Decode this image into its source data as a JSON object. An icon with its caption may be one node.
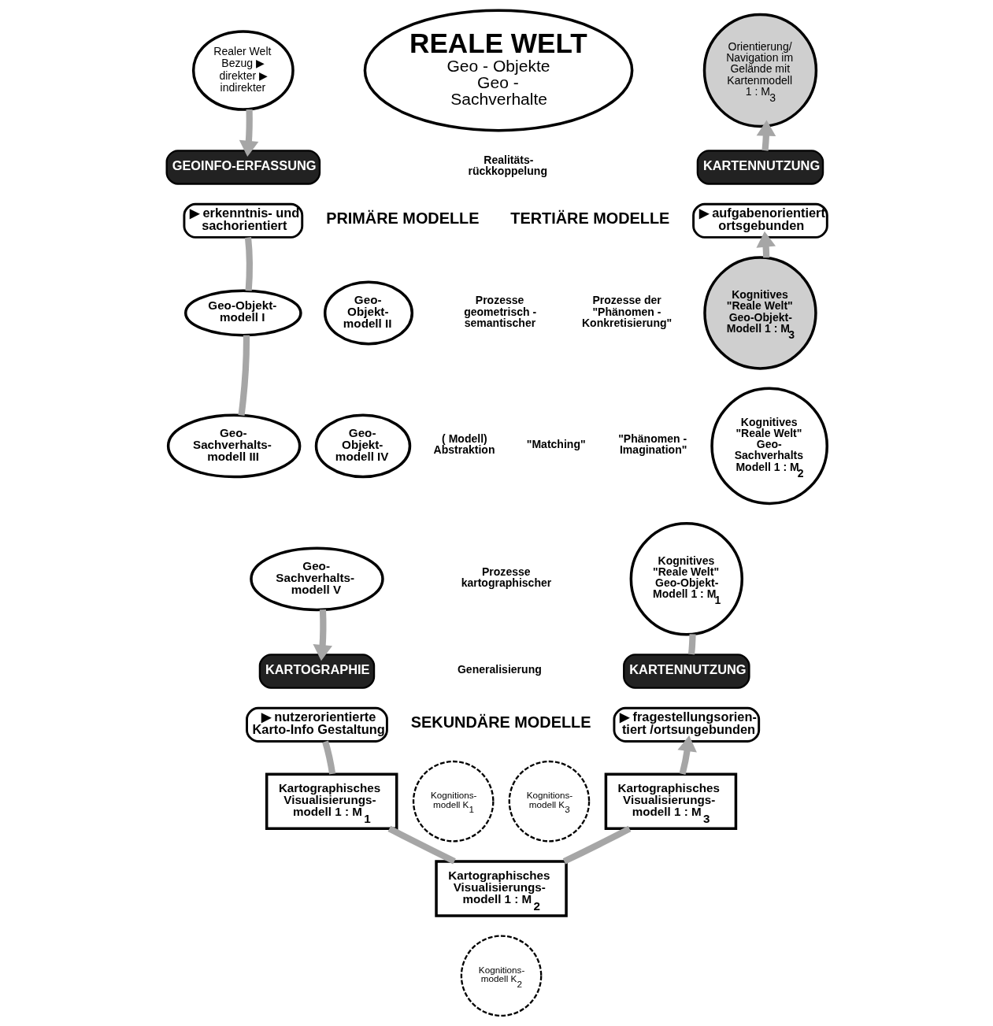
{
  "diagram": {
    "nodes": [
      {
        "text": [
          "REALE WELT",
          "Geo - Objekte Geo - Sachverhalte"
        ]
      },
      {
        "text": [
          "Realer Welt Bezug ▶ direkter ▶ indirekter"
        ]
      },
      {
        "text": [
          "Orientierung/ Navigation im Gelände mit Kartenmodell 1 : M$_{3}$"
        ]
      },
      {
        "text": [
          "GEOINFO-ERFASSUNG"
        ]
      },
      {
        "text": [
          "▶ erkenntnis- und sachorientiert"
        ]
      },
      {
        "text": [
          "Geo-Objekt- modell I"
        ]
      },
      {
        "text": [
          "Geo- Objekt- modell II"
        ]
      },
      {
        "text": [
          "Geo- Sachverhalts- modell III"
        ]
      },
      {
        "text": [
          "Geo- Objekt- modell IV"
        ]
      },
      {
        "text": [
          "Geo- Sachverhalts- modell V"
        ]
      },
      {
        "text": [
          "KARTOGRAPHIE"
        ]
      },
      {
        "text": [
          "▶ nutzerorientierte Karto-Info Gestaltung"
        ]
      },
      {
        "text": [
          "Kartographisches Visualisierungs- modell 1 : M$_{1}$"
        ]
      },
      {
        "text": [
          "Kognitions- modell K$_{1}$"
        ]
      },
      {
        "text": [
          "Kartographisches Visualisierungs- modell 1 : M$_{2}$"
        ]
      },
      {
        "text": [
          "Kognitions- modell K$_{2}$"
        ]
      },
      {
        "text": [
          "Kognitions- modell K$_{3}$"
        ]
      },
      {
        "text": [
          "Kartographisches Visualisierungs- modell 1 : M$_{3}$"
        ]
      },
      {
        "text": [
          "KARTENNUTZUNG"
        ]
      },
      {
        "text": [
          "▶ fragestellungsorien- tiert /ortsungebunden"
        ]
      },
      {
        "text": [
          "Kognitives \"Reale Welt\" Geo-Objekt- Modell 1 : M$_{1}$"
        ]
      },
      {
        "text": [
          "Kognitives \"Reale Welt\" Geo- Sachverhalts Modell 1 : M$_{2}$"
        ]
      },
      {
        "text": [
          "Kognitives \"Reale Welt\" Geo-Objekt- Modell 1 : M$_{3}$"
        ]
      },
      {
        "text": [
          "KARTENNUTZUNG"
        ]
      },
      {
        "text": [
          "▶ aufgabenorientiert ortsgebunden"
        ]
      }
    ],
    "edges": [
      {
        "from": 1,
        "to": 3,
        "arrow": "to"
      },
      {
        "from": 4,
        "to": 5,
        "arrow": "none"
      },
      {
        "from": 5,
        "to": 7,
        "arrow": "none"
      },
      {
        "from": 9,
        "to": 10,
        "arrow": "to"
      },
      {
        "from": 11,
        "to": 12,
        "arrow": "none"
      },
      {
        "from": 12,
        "to": 14,
        "arrow": "none"
      },
      {
        "from": 14,
        "to": 17,
        "arrow": "none"
      },
      {
        "from": 17,
        "to": 19,
        "arrow": "to"
      },
      {
        "from": 18,
        "to": 20,
        "arrow": "none"
      },
      {
        "from": 22,
        "to": 24,
        "arrow": "to"
      },
      {
        "from": 23,
        "to": 2,
        "arrow": "to"
      }
    ],
    "labels": [
      "Realitäts- rückkoppelung",
      "PRIMÄRE MODELLE",
      "TERTIÄRE MODELLE",
      "Prozesse geometrisch - semantischer",
      "Prozesse der \"Phänomen - Konkretisierung\"",
      "( Modell) Abstraktion",
      "\"Matching\"",
      "\"Phänomen - Imagination\"",
      "Prozesse kartographischer",
      "Generalisierung",
      "SEKUNDÄRE MODELLE"
    ]
  }
}
